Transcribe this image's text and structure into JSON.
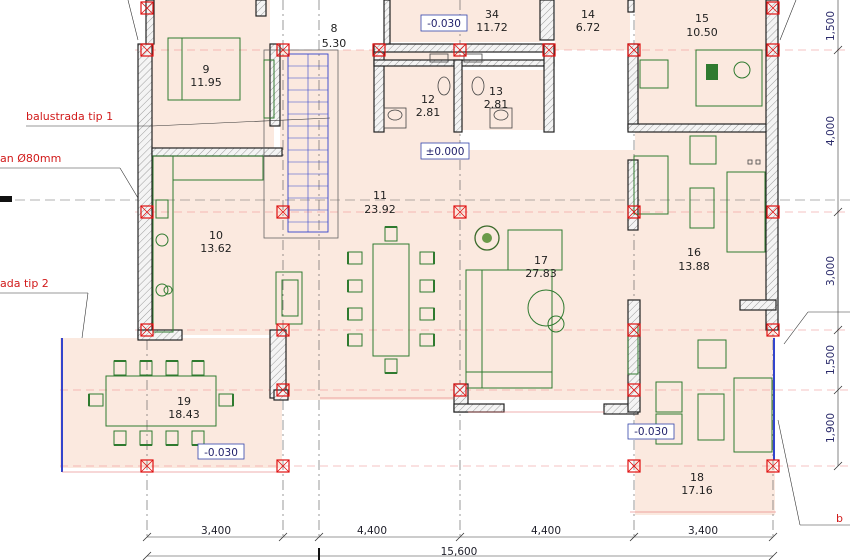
{
  "rooms": [
    {
      "id": "8",
      "area": "5.30"
    },
    {
      "id": "9",
      "area": "11.95"
    },
    {
      "id": "10",
      "area": "13.62"
    },
    {
      "id": "11",
      "area": "23.92"
    },
    {
      "id": "12",
      "area": "2.81"
    },
    {
      "id": "13",
      "area": "2.81"
    },
    {
      "id": "14",
      "area": "6.72"
    },
    {
      "id": "15",
      "area": "10.50"
    },
    {
      "id": "16",
      "area": "13.88"
    },
    {
      "id": "17",
      "area": "27.83"
    },
    {
      "id": "18",
      "area": "17.16"
    },
    {
      "id": "19",
      "area": "18.43"
    },
    {
      "id": "34",
      "area": "11.72"
    }
  ],
  "levels": {
    "top": "-0.030",
    "main": "±0.000",
    "terrace_right": "-0.030",
    "terrace_left": "-0.030"
  },
  "notes": {
    "balustrade1": "balustrada tip 1",
    "balustrade2": "ada tip 2",
    "pipe": "an Ø80mm",
    "edge_b": "b"
  },
  "dims_bottom": {
    "d1": "3,400",
    "d2": "4,400",
    "d3": "4,400",
    "d4": "3,400",
    "total": "15,600"
  },
  "dims_right": {
    "d1": "1,500",
    "d2": "4,000",
    "d3": "3,000",
    "d4": "1,500",
    "d5": "1,900"
  }
}
